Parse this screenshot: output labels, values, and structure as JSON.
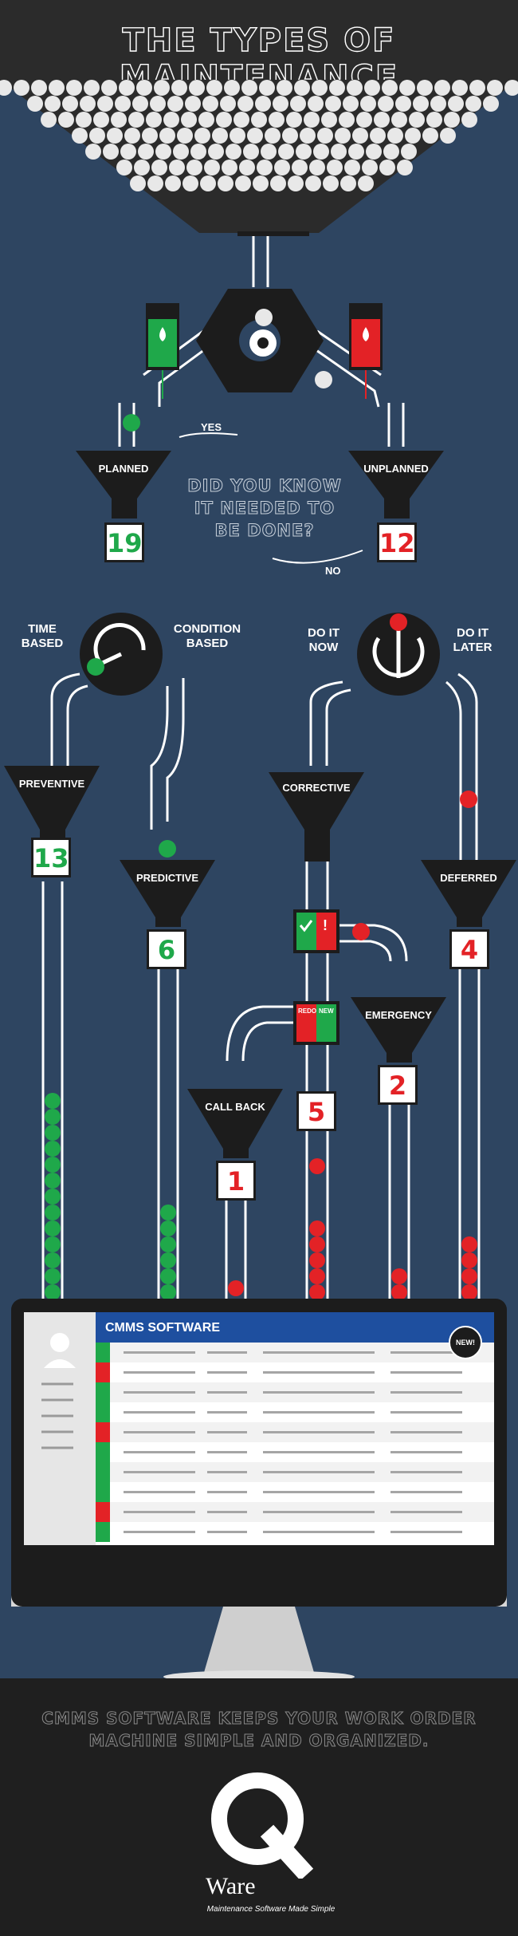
{
  "title": "THE TYPES OF MAINTENANCE",
  "split": {
    "yes": "YES",
    "no": "NO"
  },
  "did_you_know": [
    "DID YOU KNOW",
    "IT NEEDED TO",
    "BE DONE?"
  ],
  "planned": {
    "label": "PLANNED",
    "count": "19"
  },
  "unplanned": {
    "label": "UNPLANNED",
    "count": "12"
  },
  "switch_left": {
    "left": [
      "TIME",
      "BASED"
    ],
    "right": [
      "CONDITION",
      "BASED"
    ]
  },
  "switch_right": {
    "left": [
      "DO IT",
      "NOW"
    ],
    "right": [
      "DO IT",
      "LATER"
    ]
  },
  "funnels": {
    "preventive": {
      "label": "PREVENTIVE",
      "count": "13"
    },
    "predictive": {
      "label": "PREDICTIVE",
      "count": "6"
    },
    "corrective": {
      "label": "CORRECTIVE"
    },
    "deferred": {
      "label": "DEFERRED",
      "count": "4"
    },
    "emergency": {
      "label": "EMERGENCY",
      "count": "2"
    },
    "call_back": {
      "label": "CALL BACK",
      "count": "1"
    },
    "redo_new": {
      "count": "5"
    }
  },
  "redo_new_labels": {
    "redo": "REDO",
    "new": "NEW"
  },
  "software": {
    "title": "CMMS SOFTWARE",
    "badge": "NEW!"
  },
  "tagline": [
    "CMMS SOFTWARE KEEPS YOUR WORK ORDER",
    "MACHINE SIMPLE AND ORGANIZED."
  ],
  "logo": {
    "letter": "Q",
    "word": "Ware",
    "subtitle": "Maintenance Software Made Simple"
  },
  "colors": {
    "background": "#2e4561",
    "dark": "#1c1c1c",
    "green": "#1fa84a",
    "red": "#e32226",
    "blue": "#1e4f9f"
  }
}
